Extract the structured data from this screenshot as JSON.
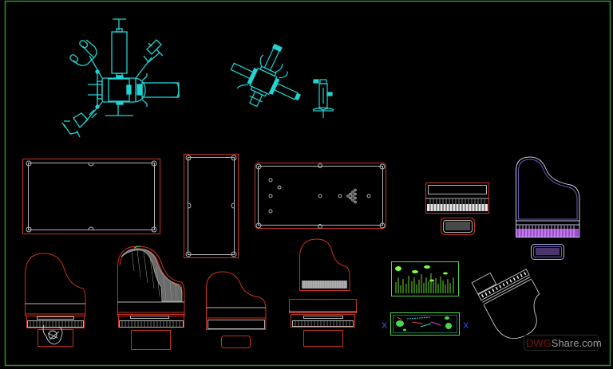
{
  "canvas": {
    "background": "#000000",
    "border_color": "#3c8a3c",
    "colors": {
      "cyan": "#22d3d3",
      "red": "#c8321e",
      "gray": "#b4b4b4",
      "white": "#e6e6e6",
      "violet": "#b06ad8",
      "green": "#4cd44c",
      "bright_green": "#7cff3c",
      "blue": "#3c5ad8"
    }
  },
  "blocks": [
    {
      "name": "exercise-station-4-way",
      "color": "cyan"
    },
    {
      "name": "exercise-station-rotated",
      "color": "cyan"
    },
    {
      "name": "barbell-bench-small",
      "color": "cyan"
    },
    {
      "name": "billiard-table-large",
      "color": "red/gray"
    },
    {
      "name": "billiard-table-vertical",
      "color": "red/gray"
    },
    {
      "name": "billiard-table-with-balls",
      "color": "red/gray"
    },
    {
      "name": "upright-keyboard-with-bench",
      "color": "red/gray"
    },
    {
      "name": "grand-piano-violet",
      "color": "violet/gray"
    },
    {
      "name": "grand-piano-with-player",
      "color": "red/gray"
    },
    {
      "name": "grand-piano-open-lid",
      "color": "red/gray"
    },
    {
      "name": "baby-grand-piano",
      "color": "red/gray"
    },
    {
      "name": "grand-piano-lid-and-bench",
      "color": "red/gray"
    },
    {
      "name": "aquarium-elevation",
      "color": "green"
    },
    {
      "name": "aquarium-plan",
      "color": "green"
    },
    {
      "name": "grand-piano-rotated",
      "color": "gray"
    }
  ],
  "aquarium_markers": {
    "left": "X",
    "right": "X"
  },
  "watermark": {
    "dwg": "DWG",
    "share": "Share.com"
  }
}
